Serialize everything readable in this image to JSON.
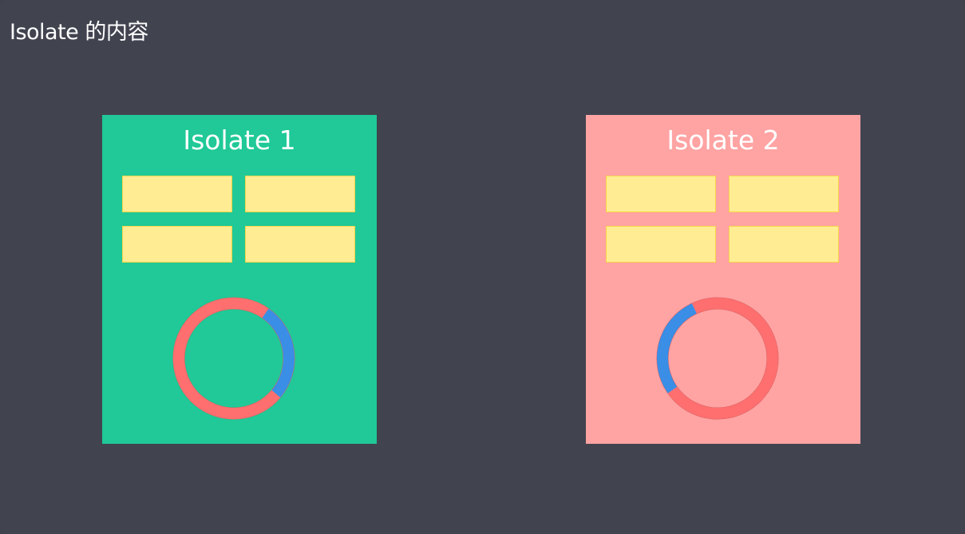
{
  "page": {
    "title": "Isolate 的内容",
    "background_color": "#41444f"
  },
  "isolates": [
    {
      "label": "Isolate 1",
      "background_color": "#20c997",
      "block_color": "#ffec93",
      "block_border_color": "#f5d547",
      "block_count": 4,
      "ring": {
        "main_color": "#ff6f6f",
        "accent_color": "#3a8ee6",
        "accent_position": "right"
      }
    },
    {
      "label": "Isolate 2",
      "background_color": "#ffa3a3",
      "block_color": "#ffec93",
      "block_border_color": "#f5d547",
      "block_count": 4,
      "ring": {
        "main_color": "#ff6f6f",
        "accent_color": "#3a8ee6",
        "accent_position": "left"
      }
    }
  ]
}
